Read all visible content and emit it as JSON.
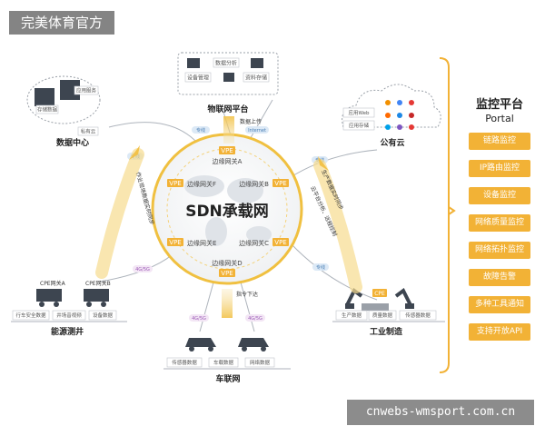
{
  "overlay": {
    "title": "完美体育官方",
    "url": "cnwebs-wmsport.com.cn"
  },
  "center": {
    "title": "SDN承载网",
    "vpe": "VPE",
    "gateways": {
      "a": "边缘网关A",
      "b": "边缘网关B",
      "c": "边缘网关C",
      "d": "边缘网关D",
      "e": "边缘网关E",
      "f": "边缘网关F"
    }
  },
  "iot_platform": {
    "label": "物联网平台",
    "data_analysis": "数据分析",
    "device_mgmt": "设备管理",
    "asset_storage": "资料存储",
    "upload": "数据上传",
    "link_left": "专线",
    "link_right": "Internet"
  },
  "data_center": {
    "label": "数据中心",
    "app_service": "应用服务",
    "data_storage": "存储数据",
    "private_cloud": "私有云",
    "link": "专线",
    "arrow_text": "作业现场数据实时同步"
  },
  "public_cloud": {
    "label": "公有云",
    "app_web": "应用Web",
    "app_storage": "应用存储",
    "link1": "专线",
    "link2": "专线",
    "arrow_text_1": "生产数据实时同步",
    "arrow_text_2": "云平台分析、远程控制"
  },
  "energy": {
    "label": "能源测井",
    "cpe_a": "CPE网关A",
    "cpe_b": "CPE网关B",
    "link": "4G/5G",
    "data1": "行车安全数据",
    "data2": "井场音视频",
    "data3": "设备数据"
  },
  "vehicle": {
    "label": "车联网",
    "link1": "4G/5G",
    "link2": "4G/5G",
    "down_text": "指令下达",
    "data1": "传感器数据",
    "data2": "车载数据",
    "data3": "网络数据"
  },
  "industry": {
    "label": "工业制造",
    "cpe": "CPE",
    "link": "专线",
    "data1": "生产数据",
    "data2": "质量数据",
    "data3": "传感器数据"
  },
  "portal": {
    "title": "监控平台",
    "subtitle": "Portal",
    "items": [
      "链路监控",
      "IP路由监控",
      "设备监控",
      "网络质量监控",
      "网络拓扑监控",
      "故障告警",
      "多种工具通知",
      "支持开放API"
    ]
  },
  "colors": {
    "accent": "#f2b236",
    "ring": "#f0c040",
    "gray_line": "#9aa0a8",
    "purple": "#b090c8",
    "blue": "#6fa8dc"
  }
}
